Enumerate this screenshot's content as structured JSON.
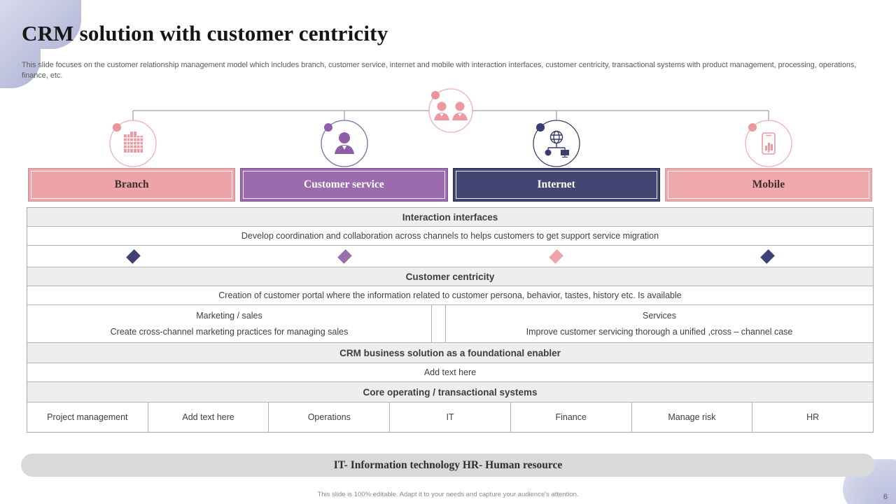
{
  "slide": {
    "title": "CRM solution with customer centricity",
    "subtitle": "This slide focuses on the customer relationship management model which includes branch, customer service, internet and mobile with interaction interfaces, customer centricity, transactional systems with product management, processing, operations, finance, etc.",
    "legend": "IT- Information technology HR- Human resource",
    "footnote": "This slide is 100% editable.  Adapt it to your needs and capture your audience's attention.",
    "page_number": "6"
  },
  "hub": {
    "icon": "customers-icon",
    "color": "#f0989f",
    "ring": "#f2aeb2"
  },
  "channels": [
    {
      "label": "Branch",
      "icon": "building-icon",
      "fill": "#eda4a8",
      "border": "#cf8d92",
      "text_color": "#3f2f32",
      "ring": "#f2aeb2",
      "accent": "#e8959b"
    },
    {
      "label": "Customer service",
      "icon": "person-icon",
      "fill": "#9c6bae",
      "border": "#7a4f91",
      "text_color": "#ffffff",
      "ring": "#8a62a5",
      "accent": "#8d5fa6"
    },
    {
      "label": "Internet",
      "icon": "globe-network-icon",
      "fill": "#434673",
      "border": "#24274d",
      "text_color": "#ffffff",
      "ring": "#3a3d70",
      "accent": "#3a3d70"
    },
    {
      "label": "Mobile",
      "icon": "smartphone-icon",
      "fill": "#efa9ac",
      "border": "#d9999d",
      "text_color": "#3f2f32",
      "ring": "#f2aeb2",
      "accent": "#ec9aa0"
    }
  ],
  "matrix": {
    "row1_header": "Interaction interfaces",
    "row2_text": "Develop coordination and collaboration across channels to helps customers to get support service migration",
    "diamond_colors": [
      "#3e4173",
      "#9b6fad",
      "#f0a3a8",
      "#3e4173"
    ],
    "row4_header": "Customer centricity",
    "row5_text": "Creation of customer portal where the information related to customer persona, behavior,  tastes, history etc. Is available",
    "split": {
      "left_title": "Marketing  / sales",
      "left_text": "Create cross-channel marketing practices for managing sales",
      "right_title": "Services",
      "right_text": "Improve customer servicing thorough a unified ,cross – channel case"
    },
    "row7_header": "CRM business solution as a foundational enabler",
    "row8_text": "Add text here",
    "row9_header": "Core operating / transactional systems",
    "bottom_cells": [
      "Project management",
      "Add text here",
      "Operations",
      "IT",
      "Finance",
      "Manage risk",
      "HR"
    ]
  }
}
